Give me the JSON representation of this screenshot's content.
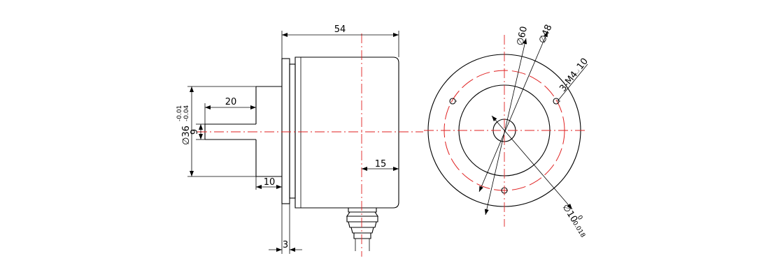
{
  "colors": {
    "outline": "#000000",
    "centerline": "#e02020",
    "background": "#ffffff"
  },
  "side_view": {
    "overall_length": "54",
    "shaft_length": "20",
    "shaft_diameter": "9",
    "boss_diameter": "∅36",
    "boss_tol_upper": "-0.01",
    "boss_tol_lower": "-0.04",
    "boss_length": "10",
    "flange_thickness": "3",
    "cable_offset": "15"
  },
  "front_view": {
    "outer_diameter": "∅60",
    "pcd_diameter": "∅48",
    "hole_spec": "3-M4",
    "hole_depth": "10",
    "bore_diameter": "∅10",
    "bore_tol_upper": "0",
    "bore_tol_lower": "-0.018"
  }
}
